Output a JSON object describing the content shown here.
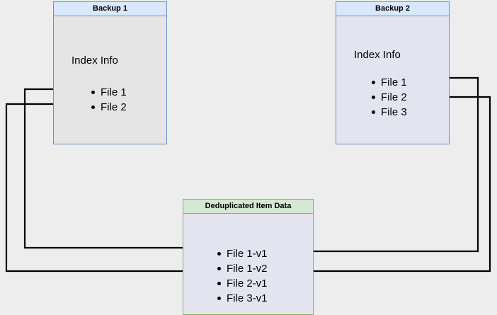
{
  "diagram": {
    "title": "Backup deduplication index diagram",
    "background_color": "#eeeded",
    "nodes": [
      {
        "id": "backup1",
        "header": "Backup 1",
        "body_label": "Index Info",
        "header_fill": "#dae8fc",
        "border_color": "#6c8ebf",
        "body_fill": "#e6e5e5",
        "files": [
          "File 1",
          "File 2"
        ]
      },
      {
        "id": "backup2",
        "header": "Backup 2",
        "body_label": "Index Info",
        "header_fill": "#dae8fc",
        "border_color": "#6c8ebf",
        "body_fill": "#e3e4ef",
        "files": [
          "File 1",
          "File 2",
          "File 3"
        ]
      },
      {
        "id": "dedup",
        "header": "Deduplicated Item Data",
        "header_fill": "#d5e8d4",
        "border_color": "#82b366",
        "body_fill": "#e3e4ef",
        "files": [
          "File 1-v1",
          "File 1-v2",
          "File 2-v1",
          "File 3-v1"
        ]
      }
    ],
    "connectors": [
      {
        "from": "backup1.File 1",
        "to": "dedup.File 1-v1",
        "color": "#000000"
      },
      {
        "from": "backup1.File 2",
        "to": "dedup.File 2-v1",
        "color": "#000000"
      },
      {
        "from": "backup2.File 1",
        "to": "dedup.File 1-v2",
        "color": "#000000"
      },
      {
        "from": "backup2.File 2",
        "to": "dedup.File 2-v1",
        "color": "#000000"
      }
    ]
  }
}
